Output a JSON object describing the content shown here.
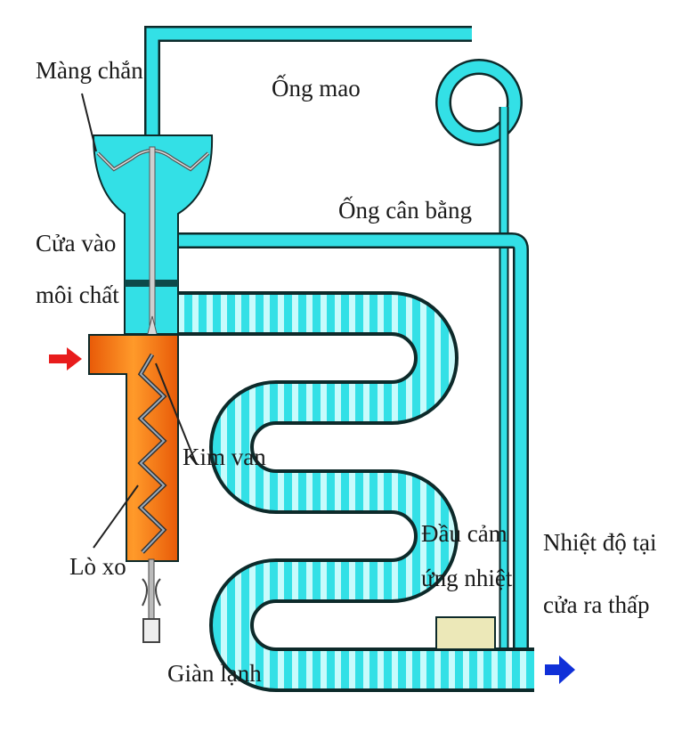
{
  "labels": {
    "diaphragm": "Màng chắn",
    "capillary_tube": "Ống mao",
    "equalizer_tube": "Ống cân bằng",
    "inlet_line1": "Cửa vào",
    "inlet_line2": "môi chất",
    "needle": "Kim van",
    "spring": "Lò xo",
    "evaporator": "Giàn lạnh",
    "sensor_line1": "Đầu cảm",
    "sensor_line2": "ứng nhiệt",
    "outlet_line1": "Nhiệt độ tại",
    "outlet_line2": "cửa ra thấp"
  },
  "colors": {
    "tube": "#33e0e6",
    "tube_stripe_light": "#c8fbfc",
    "valve_body": "#f26a10",
    "valve_body_light": "#ff9a2a",
    "sensor_bulb": "#ece8b8",
    "inlet_arrow": "#e81c1c",
    "outlet_arrow": "#1030d8",
    "outline": "#0d2a2a"
  }
}
